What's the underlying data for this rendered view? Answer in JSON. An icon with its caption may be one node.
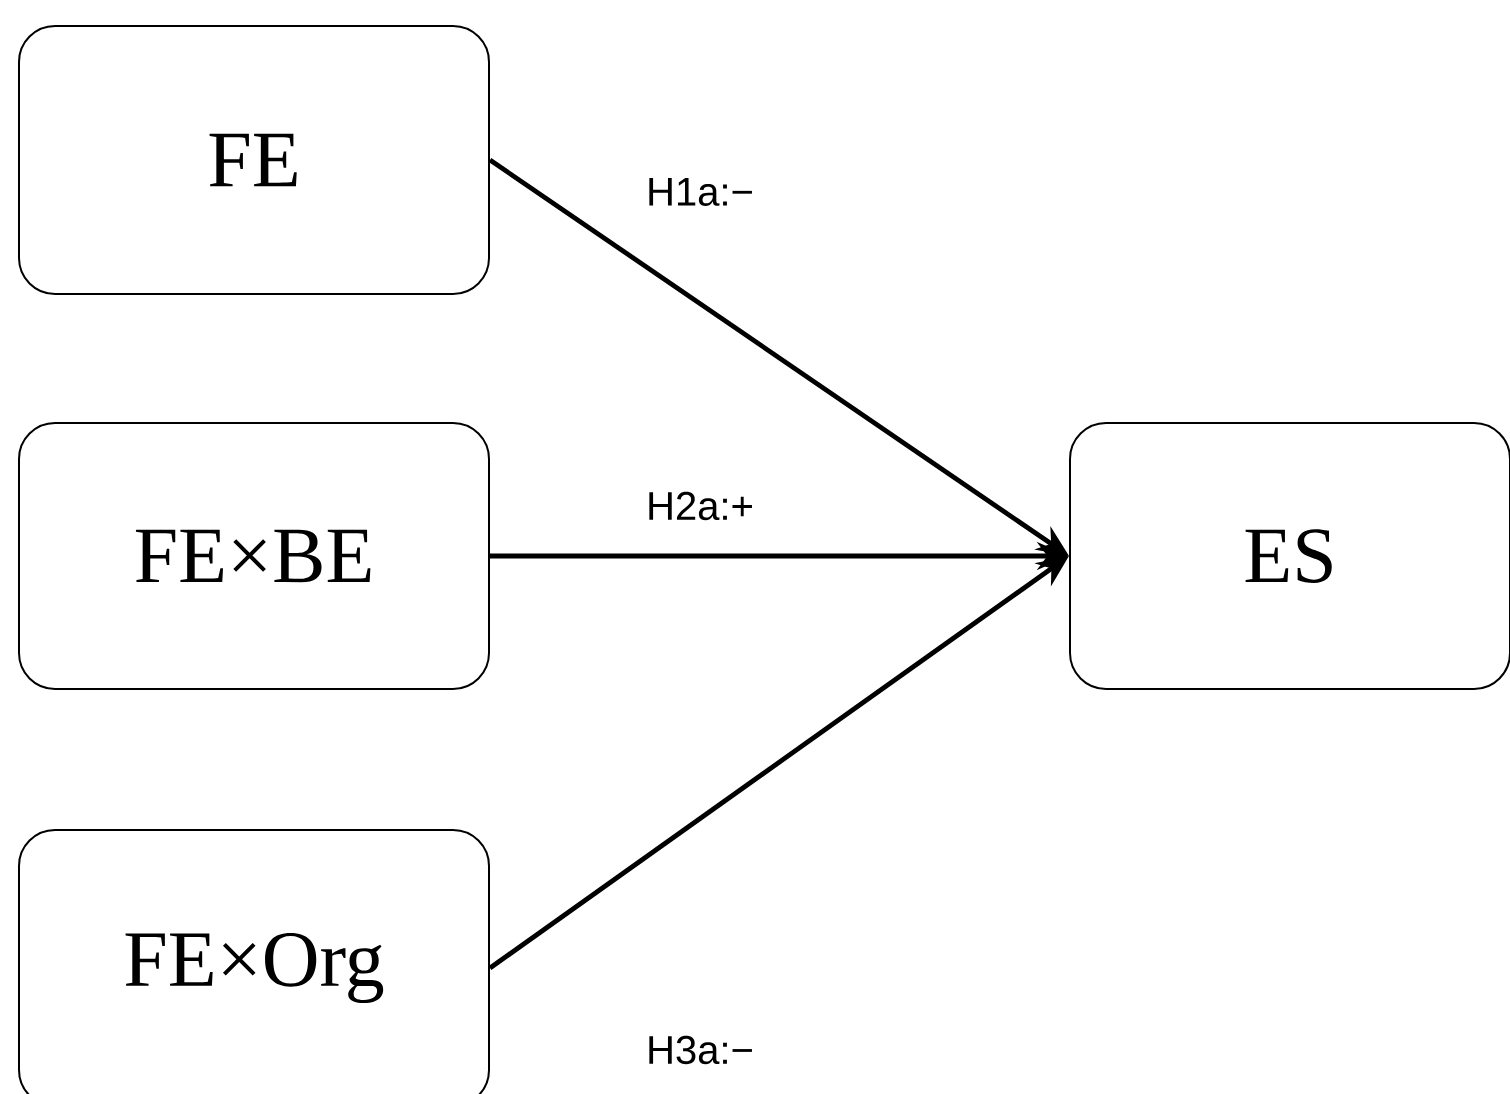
{
  "diagram": {
    "nodes": [
      {
        "text": [
          "FE"
        ]
      },
      {
        "text": [
          "FE×BE"
        ]
      },
      {
        "text": [
          "FE×Org"
        ]
      },
      {
        "text": [
          "ES"
        ]
      }
    ],
    "edges": [
      {
        "from": 0,
        "to": 3,
        "arrow": "to",
        "label": "H1a:−"
      },
      {
        "from": 1,
        "to": 3,
        "arrow": "to",
        "label": "H2a:+"
      },
      {
        "from": 2,
        "to": 3,
        "arrow": "to",
        "label": "H3a:−"
      }
    ]
  }
}
